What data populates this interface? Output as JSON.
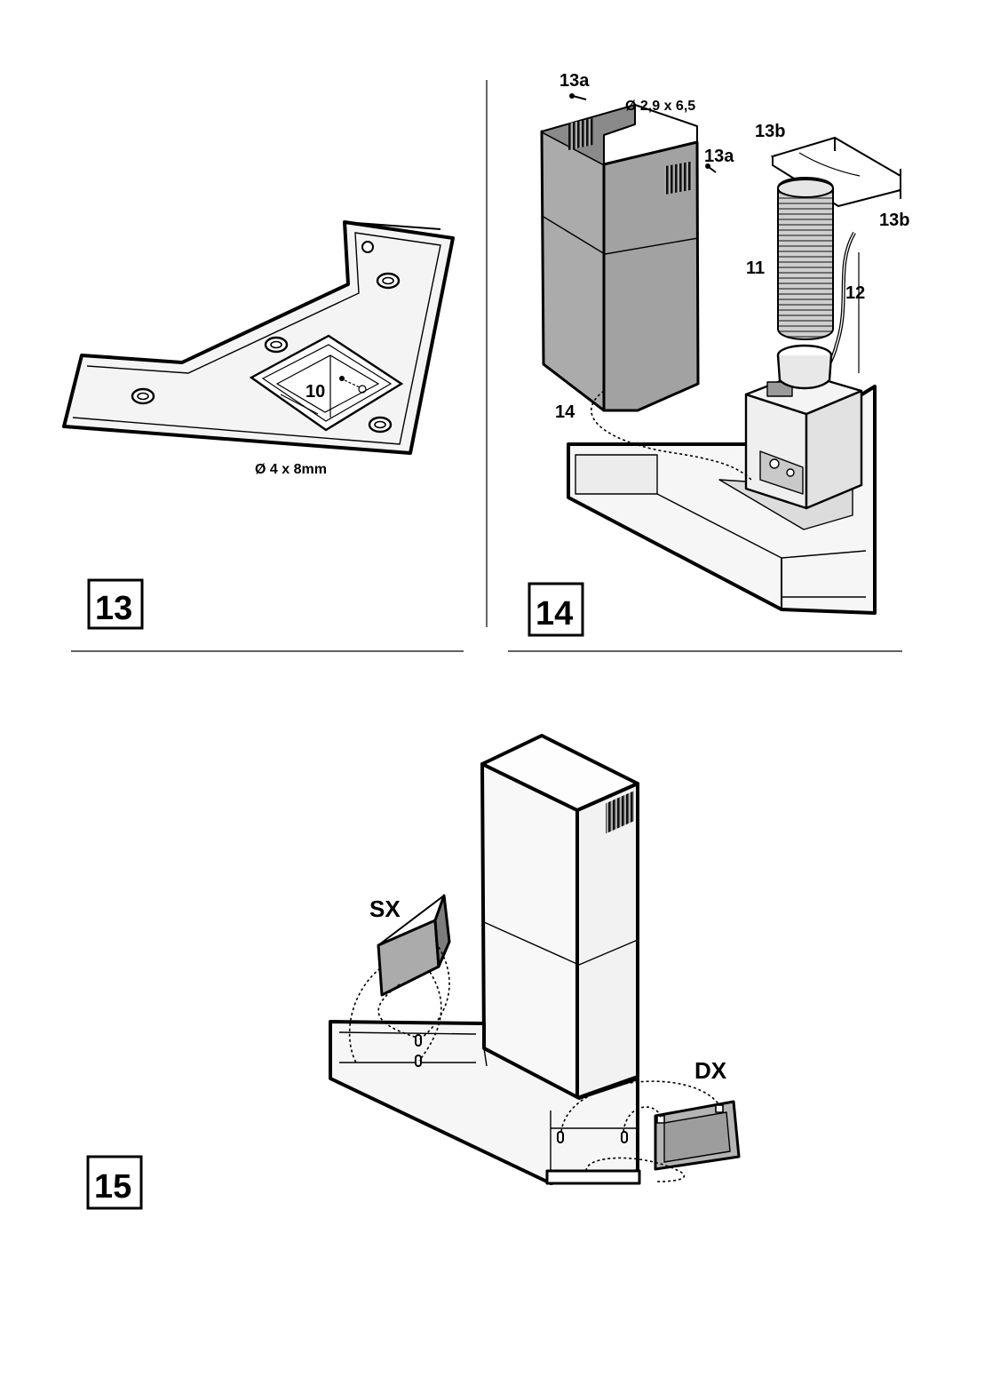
{
  "fig13": {
    "number": "13",
    "callout_10": "10",
    "screw_spec": "Ø 4 x 8mm"
  },
  "fig14": {
    "number": "14",
    "label_13a_top": "13a",
    "label_13a_right": "13a",
    "screw_spec": "Ø 2,9 x 6,5",
    "label_13b_top": "13b",
    "label_13b_right": "13b",
    "label_11": "11",
    "label_12": "12",
    "label_14": "14"
  },
  "fig15": {
    "number": "15",
    "label_sx": "SX",
    "label_dx": "DX"
  },
  "colors": {
    "ink": "#000000",
    "panel_gray": "#ababab",
    "light_gray": "#d8d8d8",
    "filter_gray": "#c8c8c8"
  }
}
